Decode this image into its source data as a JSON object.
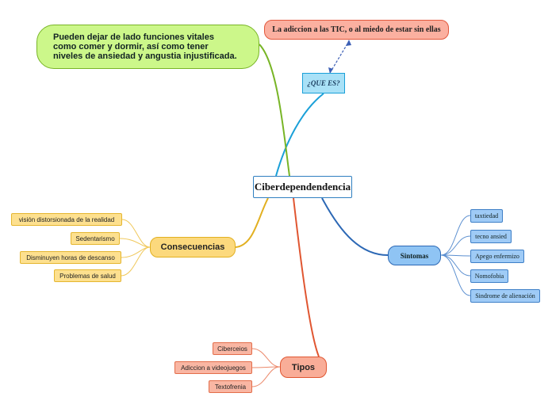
{
  "central": {
    "label": "Ciberdependendencia"
  },
  "que_es": {
    "label": "¿QUE ES?"
  },
  "definition": {
    "label": "La adiccion a las TIC, o al miedo de estar sin ellas"
  },
  "note": {
    "text": "Pueden dejar de lado funciones vitales como comer y dormir, así como tener niveles de ansiedad y angustia injustificada."
  },
  "consecuencias": {
    "label": "Consecuencias",
    "items": [
      "visión distorsionada de la realidad",
      "Sedentarismo",
      "Disminuyen horas de descanso",
      "Problemas de salud"
    ]
  },
  "sintomas": {
    "label": "Sintomas",
    "items": [
      "taxtiedad",
      "tecno ansied",
      "Apego enfermizo",
      "Nomofobia",
      "Sindrome de alienación"
    ]
  },
  "tipos": {
    "label": "Tipos",
    "items": [
      "Ciberceios",
      "Adiccion a videojuegos",
      "Textofrenia"
    ]
  },
  "colors": {
    "consecuencias": "#e2b021",
    "sintomas": "#2c68b5",
    "tipos": "#e05631",
    "que_es": "#1aa0d8",
    "note": "#78b526"
  }
}
